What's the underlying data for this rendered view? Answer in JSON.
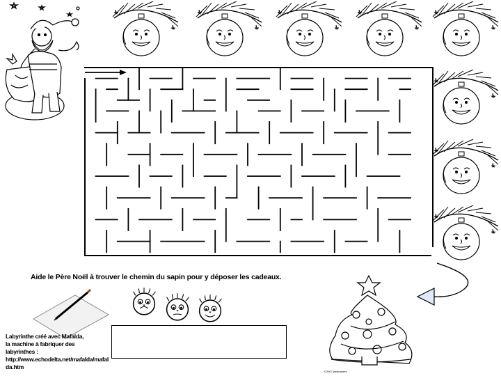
{
  "instructions": "Aide le Père Noël à trouver le chemin du sapin pour y déposer les cadeaux.",
  "credit": {
    "line1": "Labyrinthe créé avec Mafalda,",
    "line2": "la machine à fabriquer des",
    "line3": "labyrinthes :",
    "line4": "http://www.echodelta.net/mafalda/mafalda.htm"
  },
  "tiny_credit": "©2007 pinbunkers",
  "answer_box": {
    "value": ""
  },
  "icons": {
    "santa": "santa-claus-illustration",
    "balls": "christmas-bauble-face",
    "tree": "christmas-tree",
    "faces": [
      "sad-face",
      "neutral-face",
      "happy-face"
    ],
    "pencil": "pencil-and-paper",
    "arrow": "start-arrow"
  },
  "colors": {
    "ink": "#000000",
    "paper": "#ffffff",
    "arrow_fill": "#dfe9f7"
  }
}
